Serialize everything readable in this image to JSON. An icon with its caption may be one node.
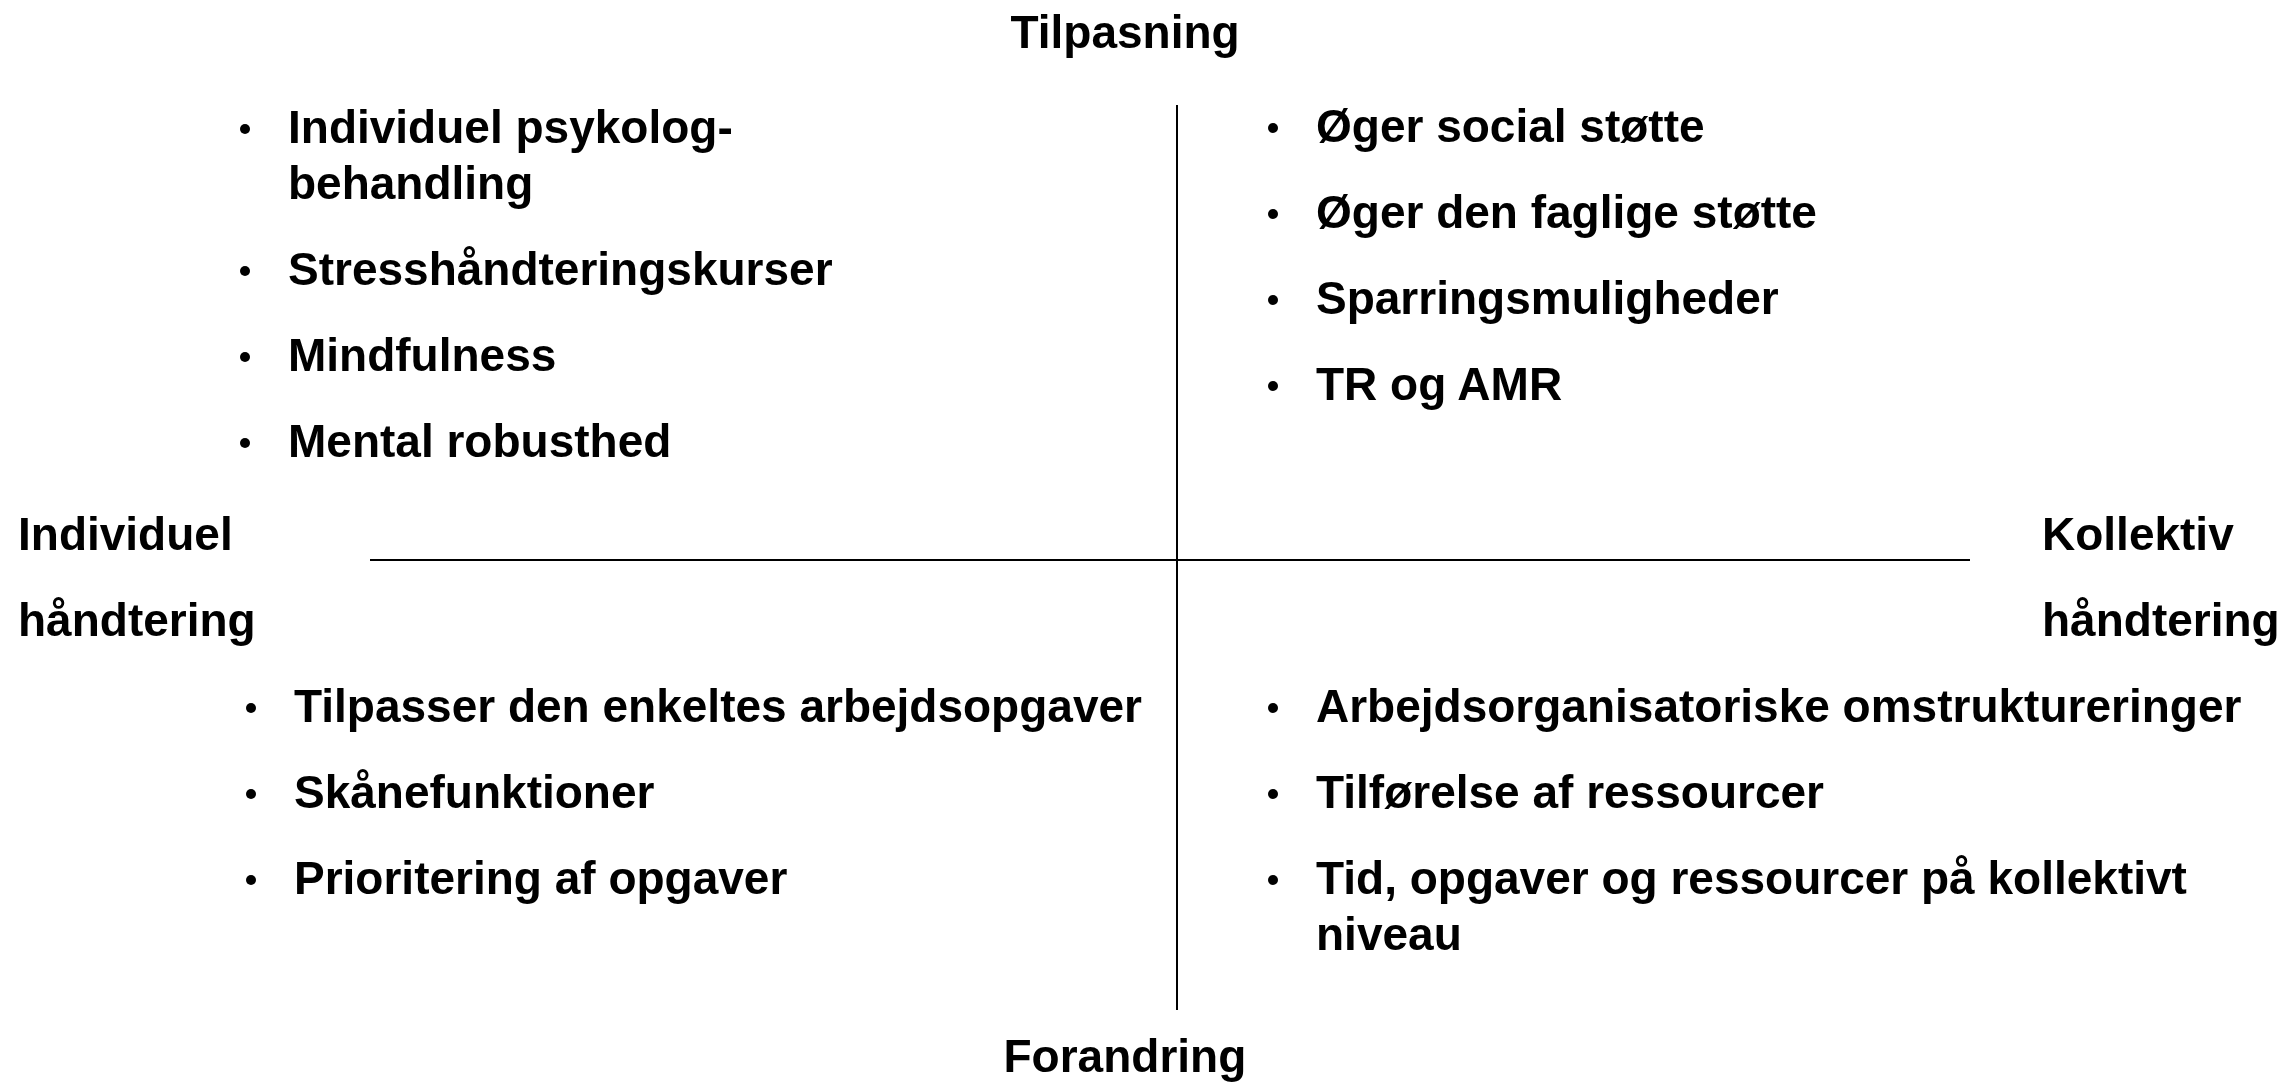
{
  "diagram": {
    "labels": [
      "Tilpasning",
      "Individuel psykolog- behandling",
      "Stresshåndteringskurser",
      "Mindfulness",
      "Mental robusthed",
      "Øger social støtte",
      "Øger den faglige støtte",
      "Sparringsmuligheder",
      "TR og AMR",
      "Individuel håndtering",
      "Kollektiv håndtering",
      "Tilpasser den enkeltes arbejdsopgaver",
      "Skånefunktioner",
      "Prioritering af opgaver",
      "Arbejdsorganisatoriske omstruktureringer",
      "Tilførelse af ressourcer",
      "Tid, opgaver og ressourcer på kollektivt niveau",
      "Forandring"
    ]
  }
}
